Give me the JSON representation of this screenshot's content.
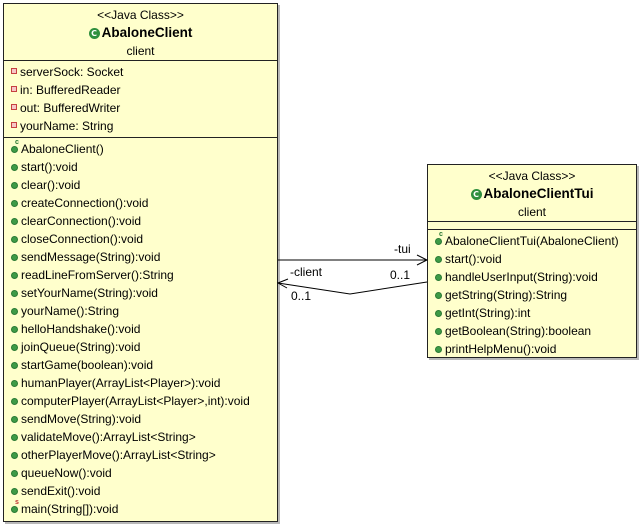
{
  "classes": [
    {
      "stereotype": "<<Java Class>>",
      "name": "AbaloneClient",
      "package": "client",
      "fields": [
        "serverSock: Socket",
        "in: BufferedReader",
        "out: BufferedWriter",
        "yourName: String"
      ],
      "methods": [
        {
          "text": "AbaloneClient()",
          "kind": "constructor"
        },
        {
          "text": "start():void",
          "kind": "method"
        },
        {
          "text": "clear():void",
          "kind": "method"
        },
        {
          "text": "createConnection():void",
          "kind": "method"
        },
        {
          "text": "clearConnection():void",
          "kind": "method"
        },
        {
          "text": "closeConnection():void",
          "kind": "method"
        },
        {
          "text": "sendMessage(String):void",
          "kind": "method"
        },
        {
          "text": "readLineFromServer():String",
          "kind": "method"
        },
        {
          "text": "setYourName(String):void",
          "kind": "method"
        },
        {
          "text": "yourName():String",
          "kind": "method"
        },
        {
          "text": "helloHandshake():void",
          "kind": "method"
        },
        {
          "text": "joinQueue(String):void",
          "kind": "method"
        },
        {
          "text": "startGame(boolean):void",
          "kind": "method"
        },
        {
          "text": "humanPlayer(ArrayList<Player>):void",
          "kind": "method"
        },
        {
          "text": "computerPlayer(ArrayList<Player>,int):void",
          "kind": "method"
        },
        {
          "text": "sendMove(String):void",
          "kind": "method"
        },
        {
          "text": "validateMove():ArrayList<String>",
          "kind": "method"
        },
        {
          "text": "otherPlayerMove():ArrayList<String>",
          "kind": "method"
        },
        {
          "text": "queueNow():void",
          "kind": "method"
        },
        {
          "text": "sendExit():void",
          "kind": "method"
        },
        {
          "text": "main(String[]):void",
          "kind": "static"
        }
      ]
    },
    {
      "stereotype": "<<Java Class>>",
      "name": "AbaloneClientTui",
      "package": "client",
      "fields": [],
      "methods": [
        {
          "text": "AbaloneClientTui(AbaloneClient)",
          "kind": "constructor"
        },
        {
          "text": "start():void",
          "kind": "method"
        },
        {
          "text": "handleUserInput(String):void",
          "kind": "method"
        },
        {
          "text": "getString(String):String",
          "kind": "method"
        },
        {
          "text": "getInt(String):int",
          "kind": "method"
        },
        {
          "text": "getBoolean(String):boolean",
          "kind": "method"
        },
        {
          "text": "printHelpMenu():void",
          "kind": "method"
        }
      ]
    }
  ],
  "associations": {
    "tui_role": "-tui",
    "tui_multiplicity": "0..1",
    "client_role": "-client",
    "client_multiplicity": "0..1"
  }
}
